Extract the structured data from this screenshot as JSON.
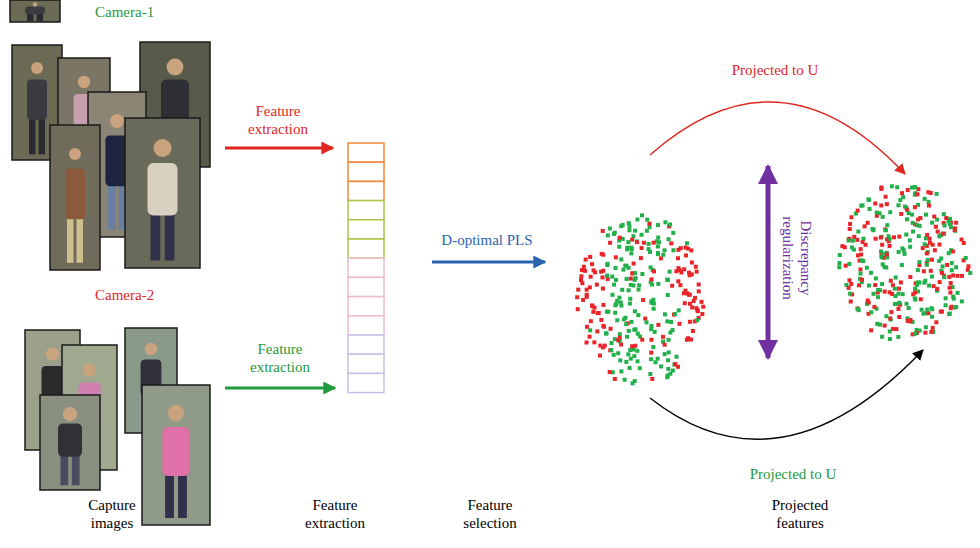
{
  "diagram": {
    "nodes": [
      {
        "text": [
          "Camera-1"
        ]
      },
      {
        "text": [
          "Camera-2"
        ]
      }
    ],
    "labels": [
      "Projected to U",
      "Feature extraction",
      "D-optimal PLS",
      "Discrepancy regularization",
      "Feature extraction",
      "Projected to U",
      "Capture images",
      "Feature extraction",
      "Feature selection",
      "Projected features"
    ]
  }
}
